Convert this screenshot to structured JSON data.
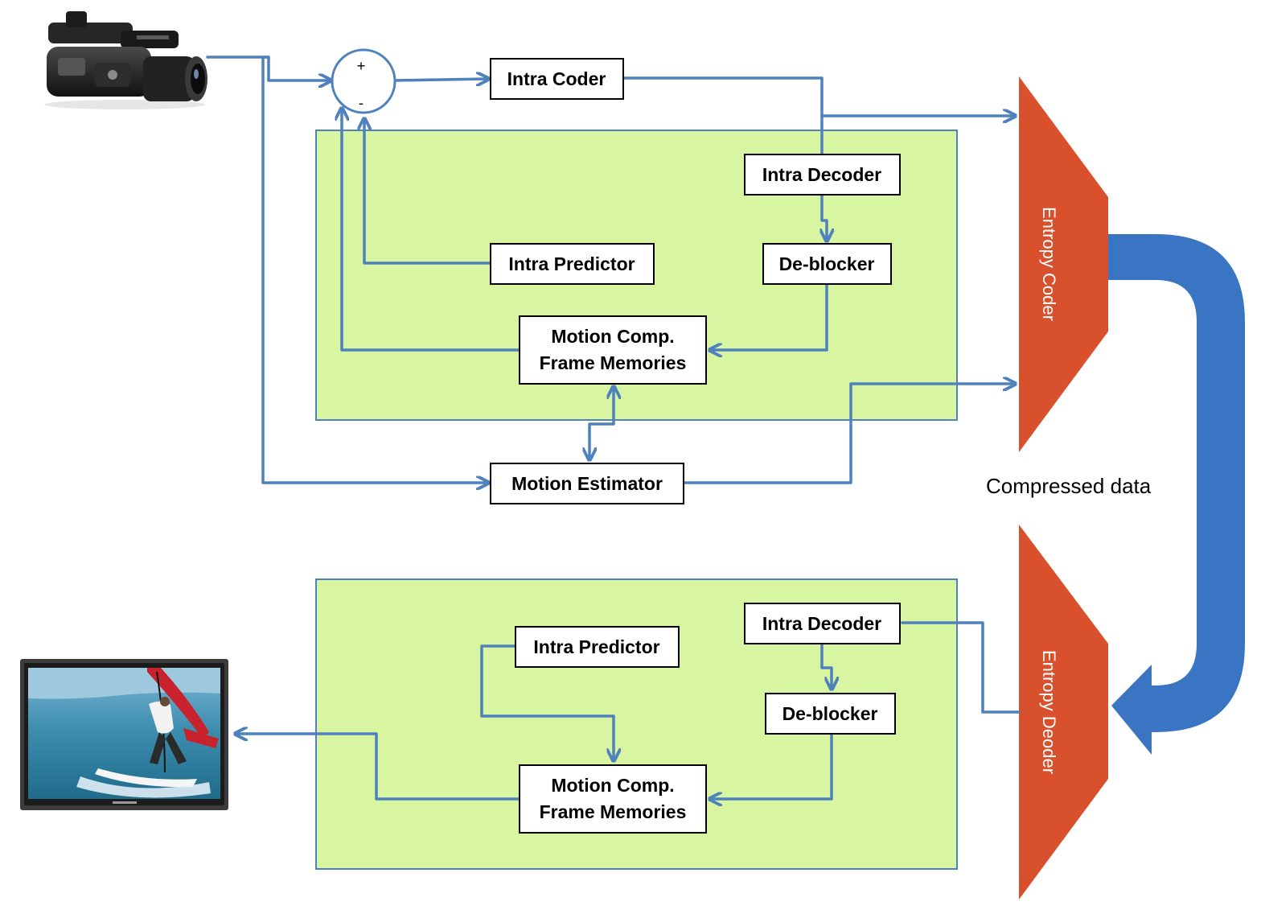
{
  "encoder": {
    "sum_plus": "+",
    "sum_minus": "-",
    "intra_coder": "Intra Coder",
    "intra_decoder": "Intra Decoder",
    "intra_predictor": "Intra Predictor",
    "deblocker": "De-blocker",
    "motion_comp_line1": "Motion Comp.",
    "motion_comp_line2": "Frame Memories",
    "motion_estimator": "Motion Estimator",
    "entropy_coder": "Entropy Coder"
  },
  "channel": {
    "label": "Compressed data"
  },
  "decoder": {
    "intra_decoder": "Intra Decoder",
    "intra_predictor": "Intra Predictor",
    "deblocker": "De-blocker",
    "motion_comp_line1": "Motion Comp.",
    "motion_comp_line2": "Frame Memories",
    "entropy_decoder": "Entropy Deoder"
  },
  "colors": {
    "panel_fill": "#d8f5a2",
    "connector": "#4f81bd",
    "entropy_block": "#d9512c",
    "data_arrow": "#3a75c4"
  },
  "icons": {
    "source": "video-camera-icon",
    "sink": "display-monitor-icon"
  }
}
